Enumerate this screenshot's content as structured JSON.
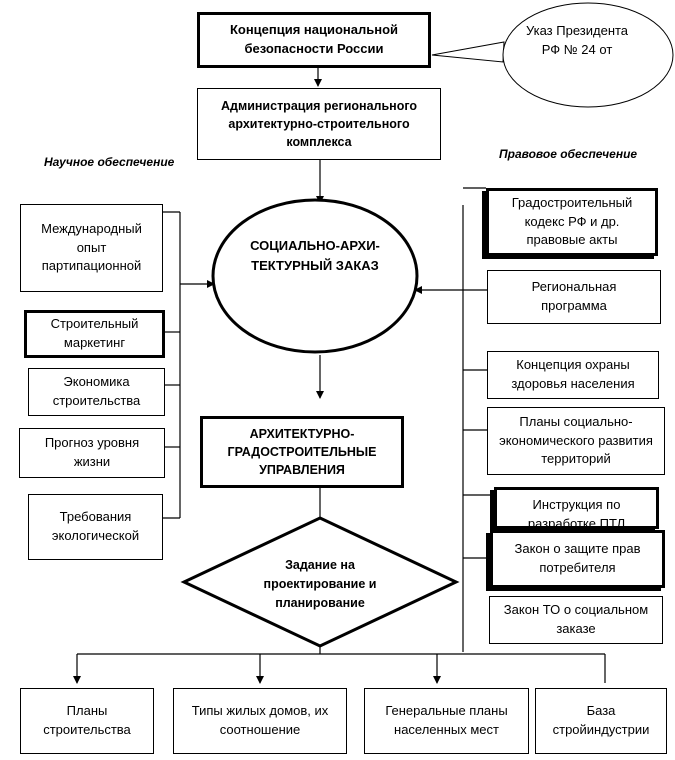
{
  "top": {
    "concept": "Концепция национальной безопасности России",
    "decree": "Указ Президента РФ № 24 от",
    "administration": "Администрация регионального архитектурно-строительного комплекса"
  },
  "labels": {
    "science": "Научное обеспечение",
    "legal": "Правовое обеспечение"
  },
  "center": {
    "order": "СОЦИАЛЬНО-АРХИ-ТЕКТУРНЫЙ ЗАКАЗ",
    "directorate": "АРХИТЕКТУРНО-ГРАДОСТРОИТЕЛЬНЫЕ УПРАВЛЕНИЯ",
    "task": "Задание на проектирование и планирование"
  },
  "left": [
    "Международный опыт партипационной",
    "Строительный маркетинг",
    "Экономика строительства",
    "Прогноз уровня жизни",
    "Требования экологической"
  ],
  "right": [
    "Градостроительный кодекс РФ и др. правовые акты",
    "Региональная программа",
    "Концепция охраны здоровья населения",
    "Планы социально-экономического развития территорий",
    "Инструкция по разработке ПТЛ",
    "Закон о защите прав потребителя",
    "Закон ТО о социальном заказе"
  ],
  "bottom": [
    "Планы строительства",
    "Типы жилых домов, их соотношение",
    "Генеральные планы населенных мест",
    "База стройиндустрии"
  ]
}
